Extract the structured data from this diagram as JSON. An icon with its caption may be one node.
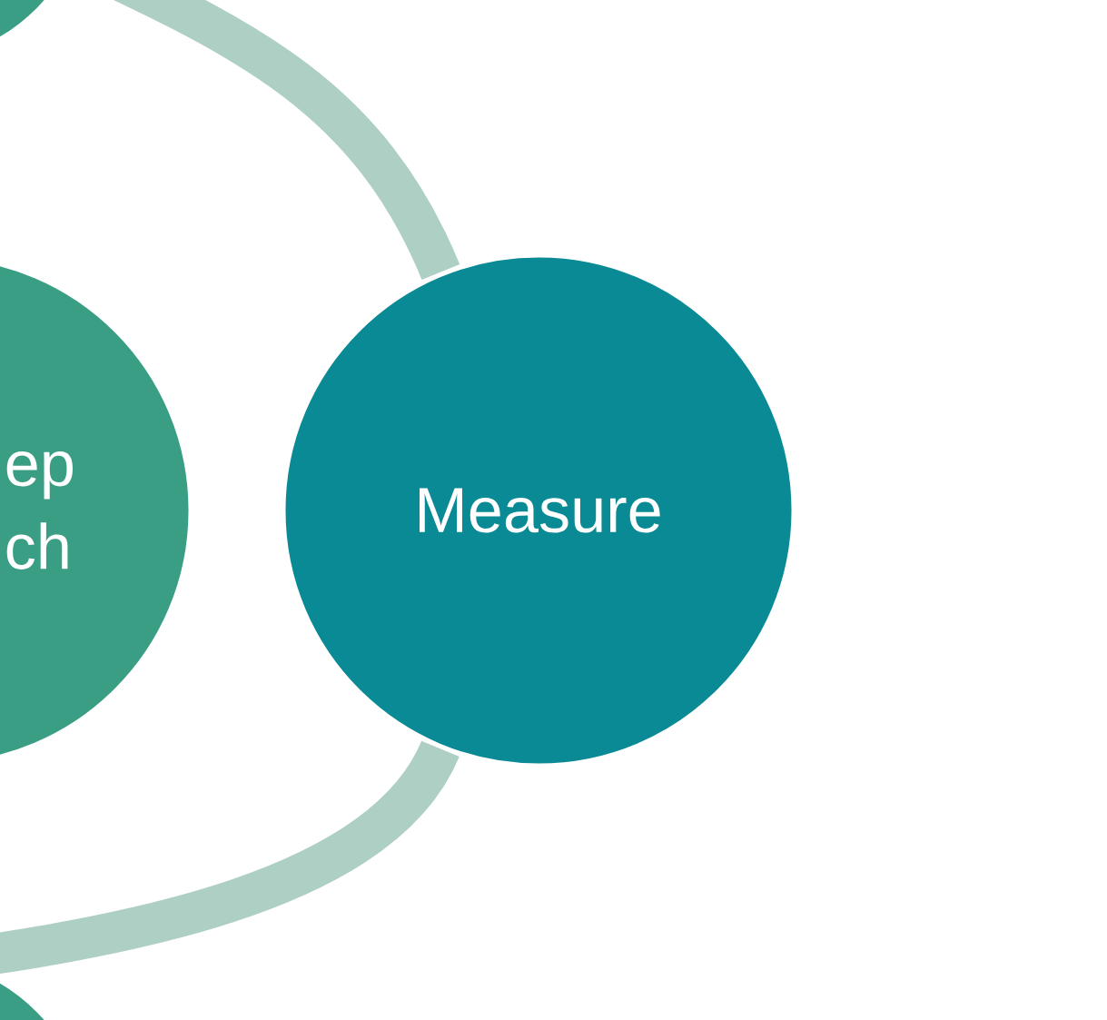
{
  "diagram": {
    "nodes": [
      {
        "text": [],
        "shape": "circle"
      },
      {
        "text": [
          "ep ch"
        ]
      },
      {
        "text": [
          "Measure"
        ]
      },
      {
        "text": [],
        "shape": "circle"
      }
    ],
    "edges": [
      {
        "from": 0,
        "to": 2,
        "arrow": "none"
      },
      {
        "from": 2,
        "to": 3,
        "arrow": "none"
      }
    ]
  }
}
